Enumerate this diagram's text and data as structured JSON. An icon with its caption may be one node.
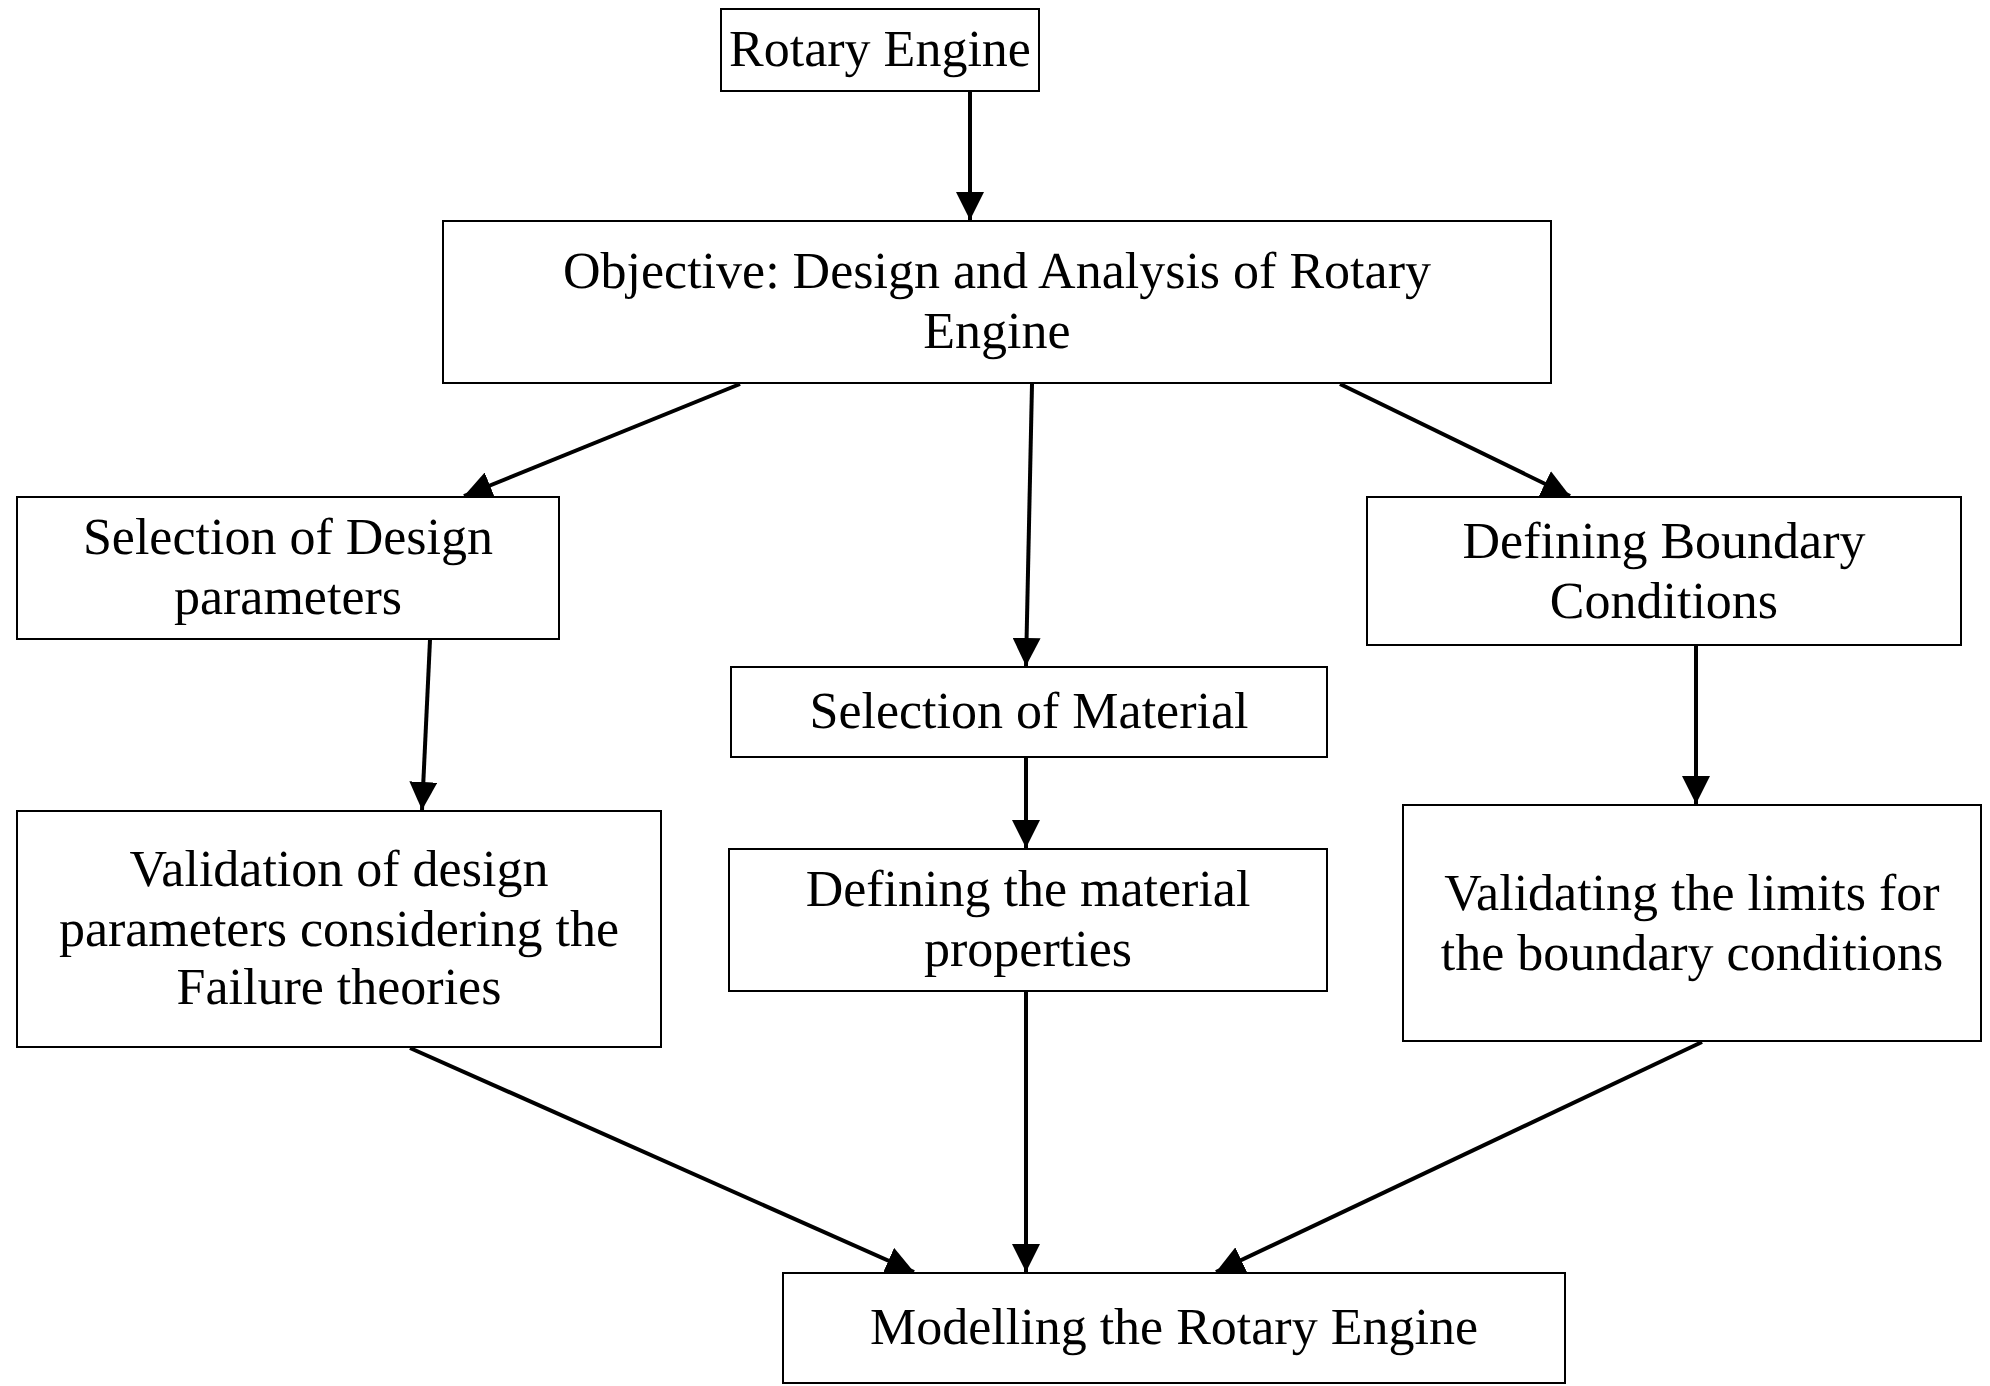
{
  "diagram": {
    "nodes": [
      {
        "text": [
          "Rotary Engine"
        ]
      },
      {
        "text": [
          "Objective: Design and Analysis of Rotary Engine"
        ]
      },
      {
        "text": [
          "Selection of Design parameters"
        ]
      },
      {
        "text": [
          "Selection of Material"
        ]
      },
      {
        "text": [
          "Defining Boundary Conditions"
        ]
      },
      {
        "text": [
          "Validation of design parameters considering the Failure theories"
        ]
      },
      {
        "text": [
          "Defining the material properties"
        ]
      },
      {
        "text": [
          "Validating the limits for the boundary conditions"
        ]
      },
      {
        "text": [
          "Modelling the Rotary Engine"
        ]
      }
    ],
    "edges": [
      {
        "from": 0,
        "to": 1,
        "arrow": "to"
      },
      {
        "from": 1,
        "to": 2,
        "arrow": "to"
      },
      {
        "from": 1,
        "to": 3,
        "arrow": "to"
      },
      {
        "from": 1,
        "to": 4,
        "arrow": "to"
      },
      {
        "from": 2,
        "to": 5,
        "arrow": "to"
      },
      {
        "from": 3,
        "to": 6,
        "arrow": "to"
      },
      {
        "from": 4,
        "to": 7,
        "arrow": "to"
      },
      {
        "from": 5,
        "to": 8,
        "arrow": "to"
      },
      {
        "from": 6,
        "to": 8,
        "arrow": "to"
      },
      {
        "from": 7,
        "to": 8,
        "arrow": "to"
      }
    ]
  }
}
